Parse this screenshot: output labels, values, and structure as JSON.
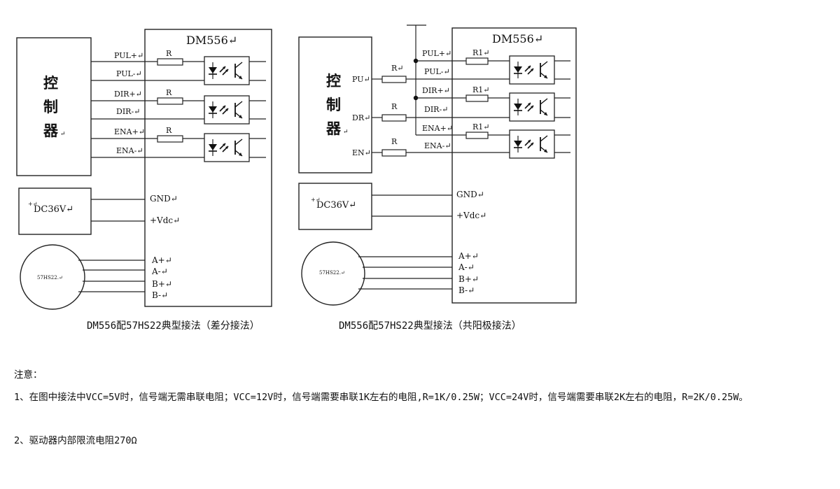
{
  "left_diagram": {
    "driver_name": "DM556↵",
    "controller_chars": [
      "控",
      "制",
      "器"
    ],
    "controller_suffix": "↵",
    "signals": [
      "PUL+↵",
      "PUL-↵",
      "DIR+↵",
      "DIR-↵",
      "ENA+↵",
      "ENA-↵"
    ],
    "resistor_labels": [
      "R",
      "R",
      "R"
    ],
    "power_label": "DC36V↵",
    "power_mark": "+↵",
    "power_pins": [
      "GND↵",
      "+Vdc↵"
    ],
    "motor_label": "57HS22.↵",
    "motor_pins": [
      "A+↵",
      "A-↵",
      "B+↵",
      "B-↵"
    ],
    "caption": "DM556配57HS22典型接法（差分接法）"
  },
  "right_diagram": {
    "driver_name": "DM556↵",
    "controller_chars": [
      "控",
      "制",
      "器"
    ],
    "controller_suffix": "↵",
    "controller_pins": [
      "PU↵",
      "DR↵",
      "EN↵"
    ],
    "resistor_labels": [
      "R↵",
      "R",
      "R"
    ],
    "signals": [
      "PUL+↵",
      "PUL-↵",
      "DIR+↵",
      "DIR-↵",
      "ENA+↵",
      "ENA-↵"
    ],
    "internal_resistor_labels": [
      "R1↵",
      "R1↵",
      "R1↵"
    ],
    "power_label": "DC36V↵",
    "power_mark": "+↵",
    "power_pins": [
      "GND↵",
      "+Vdc↵"
    ],
    "motor_label": "57HS22.↵",
    "motor_pins": [
      "A+↵",
      "A-↵",
      "B+↵",
      "B-↵"
    ],
    "caption": "DM556配57HS22典型接法（共阳极接法）"
  },
  "notes": {
    "heading": "注意：",
    "note1": "1、在图中接法中VCC=5V时，信号端无需串联电阻；VCC=12V时，信号端需要串联1K左右的电阻,R=1K/0.25W；VCC=24V时，信号端需要串联2K左右的电阻，R=2K/0.25W。",
    "note2": "2、驱动器内部限流电阻270Ω"
  }
}
